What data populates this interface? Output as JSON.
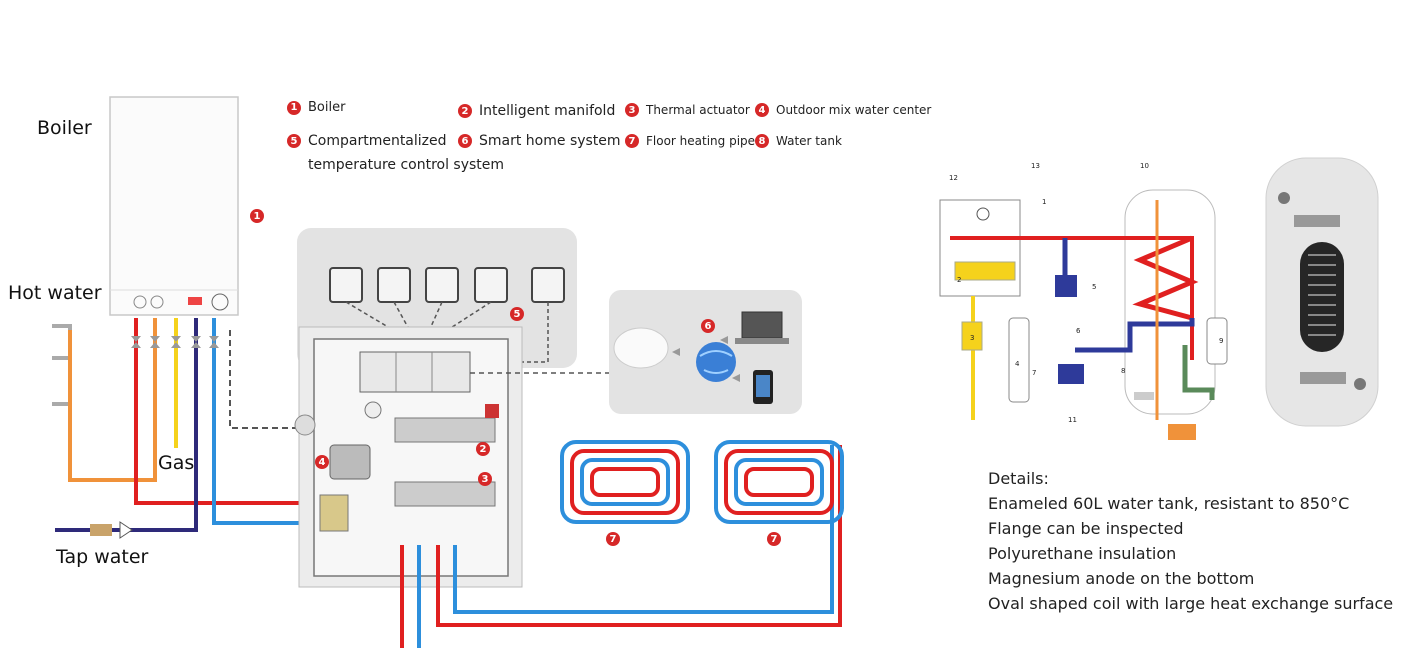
{
  "labels": {
    "boiler": "Boiler",
    "hot_water": "Hot water",
    "gas": "Gas",
    "tap_water": "Tap water"
  },
  "legend": [
    {
      "num": "1",
      "text": "Boiler"
    },
    {
      "num": "2",
      "text": "Intelligent manifold"
    },
    {
      "num": "3",
      "text": "Thermal actuator"
    },
    {
      "num": "4",
      "text": "Outdoor mix water center"
    },
    {
      "num": "5",
      "text": "Compartmentalized"
    },
    {
      "num": "6",
      "text": "Smart home system"
    },
    {
      "num": "7",
      "text": "Floor heating pipe"
    },
    {
      "num": "8",
      "text": "Water tank"
    }
  ],
  "legend_line2": "temperature control system",
  "markers": [
    "1",
    "2",
    "3",
    "4",
    "5",
    "6",
    "7",
    "7"
  ],
  "schematic_numbers": [
    "12",
    "13",
    "1",
    "10",
    "2",
    "5",
    "3",
    "6",
    "4",
    "7",
    "8",
    "9",
    "11"
  ],
  "details": {
    "heading": "Details:",
    "items": [
      "Enameled 60L water tank, resistant to 850°C",
      "Flange can be inspected",
      "Polyurethane insulation",
      "Magnesium anode on the bottom",
      "Oval shaped coil with large heat exchange surface"
    ]
  },
  "colors": {
    "red": "#e02020",
    "blue": "#2d8fdc",
    "navy": "#2e2a7a",
    "orange": "#f0923a",
    "yellow": "#f5d21c",
    "marker": "#d62828"
  }
}
